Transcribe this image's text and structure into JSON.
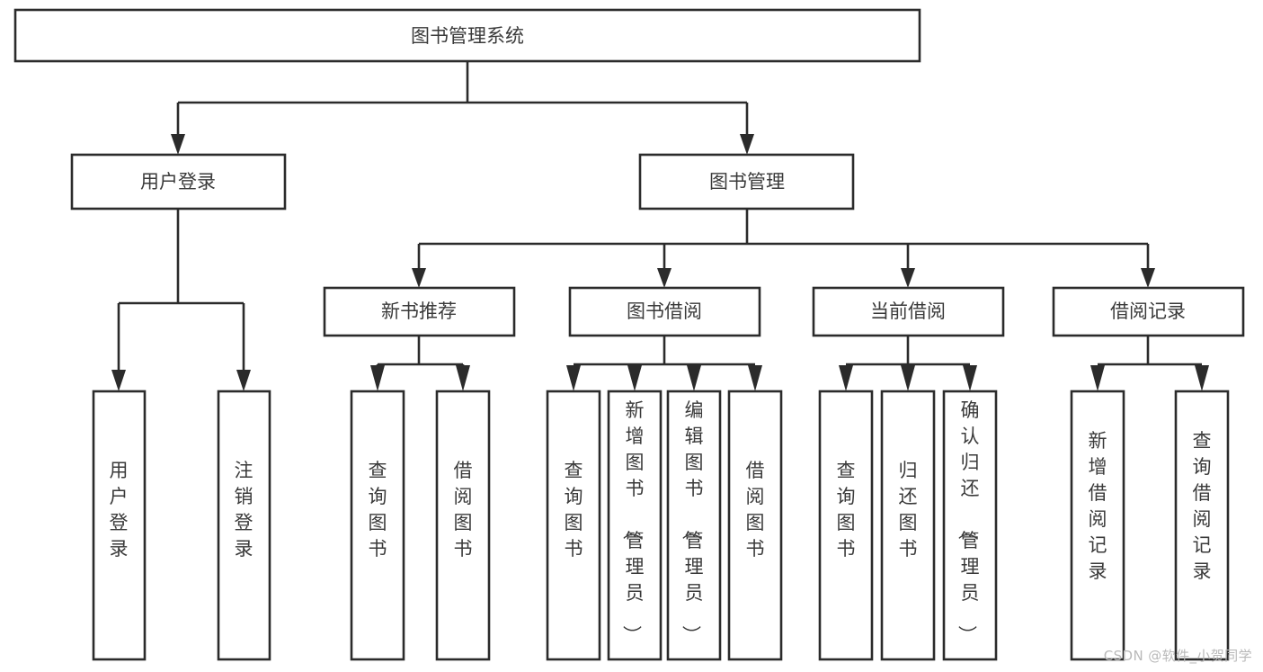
{
  "diagram": {
    "title": "图书管理系统",
    "type": "hierarchy-tree",
    "orientation": "top-down",
    "colors": {
      "background": "#ffffff",
      "box_fill": "#ffffff",
      "box_stroke": "#2b2b2b",
      "connector": "#2b2b2b",
      "text": "#3a3a3a",
      "watermark": "#b9b9b9"
    },
    "levels": 4,
    "nodes": {
      "root": {
        "label": "图书管理系统",
        "level": 0,
        "orientation": "horizontal"
      },
      "l1": [
        {
          "label": "用户登录",
          "level": 1,
          "orientation": "horizontal"
        },
        {
          "label": "图书管理",
          "level": 1,
          "orientation": "horizontal"
        }
      ],
      "l2": [
        {
          "label": "新书推荐",
          "level": 2,
          "orientation": "horizontal",
          "parent": "图书管理"
        },
        {
          "label": "图书借阅",
          "level": 2,
          "orientation": "horizontal",
          "parent": "图书管理"
        },
        {
          "label": "当前借阅",
          "level": 2,
          "orientation": "horizontal",
          "parent": "图书管理"
        },
        {
          "label": "借阅记录",
          "level": 2,
          "orientation": "horizontal",
          "parent": "图书管理"
        }
      ],
      "leaves": [
        {
          "label": "用户登录",
          "parent": "用户登录",
          "orientation": "vertical",
          "lines": [
            "用",
            "户",
            "登",
            "录"
          ]
        },
        {
          "label": "注销登录",
          "parent": "用户登录",
          "orientation": "vertical",
          "lines": [
            "注",
            "销",
            "登",
            "录"
          ]
        },
        {
          "label": "查询图书",
          "parent": "新书推荐",
          "orientation": "vertical",
          "lines": [
            "查",
            "询",
            "图",
            "书"
          ]
        },
        {
          "label": "借阅图书",
          "parent": "新书推荐",
          "orientation": "vertical",
          "lines": [
            "借",
            "阅",
            "图",
            "书"
          ]
        },
        {
          "label": "查询图书",
          "parent": "图书借阅",
          "orientation": "vertical",
          "lines": [
            "查",
            "询",
            "图",
            "书"
          ]
        },
        {
          "label": "新增图书（管理员）",
          "parent": "图书借阅",
          "orientation": "vertical",
          "lines": [
            "新",
            "增",
            "图",
            "书",
            "（",
            "管",
            "理",
            "员",
            "）"
          ]
        },
        {
          "label": "编辑图书（管理员）",
          "parent": "图书借阅",
          "orientation": "vertical",
          "lines": [
            "编",
            "辑",
            "图",
            "书",
            "（",
            "管",
            "理",
            "员",
            "）"
          ]
        },
        {
          "label": "借阅图书",
          "parent": "图书借阅",
          "orientation": "vertical",
          "lines": [
            "借",
            "阅",
            "图",
            "书"
          ]
        },
        {
          "label": "查询图书",
          "parent": "当前借阅",
          "orientation": "vertical",
          "lines": [
            "查",
            "询",
            "图",
            "书"
          ]
        },
        {
          "label": "归还图书",
          "parent": "当前借阅",
          "orientation": "vertical",
          "lines": [
            "归",
            "还",
            "图",
            "书"
          ]
        },
        {
          "label": "确认归还（管理员）",
          "parent": "当前借阅",
          "orientation": "vertical",
          "lines": [
            "确",
            "认",
            "归",
            "还",
            "（",
            "管",
            "理",
            "员",
            "）"
          ]
        },
        {
          "label": "新增借阅记录",
          "parent": "借阅记录",
          "orientation": "vertical",
          "lines": [
            "新",
            "增",
            "借",
            "阅",
            "记",
            "录"
          ]
        },
        {
          "label": "查询借阅记录",
          "parent": "借阅记录",
          "orientation": "vertical",
          "lines": [
            "查",
            "询",
            "借",
            "阅",
            "记",
            "录"
          ]
        }
      ]
    }
  },
  "watermark": {
    "text": "CSDN @软件_小贺同学"
  }
}
